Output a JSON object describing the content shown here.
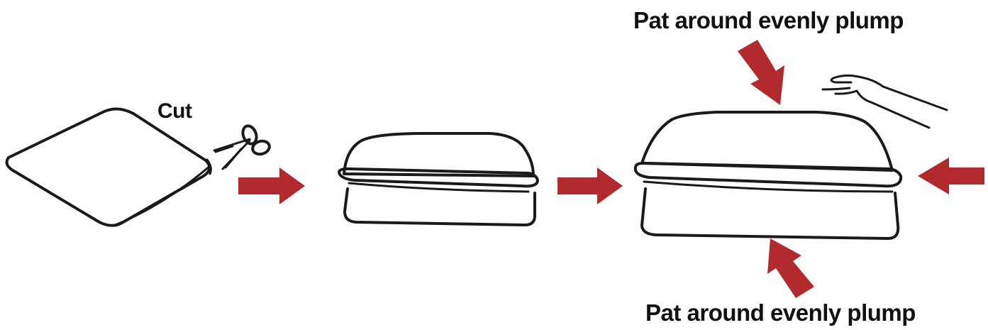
{
  "labels": {
    "cut": "Cut",
    "pat_top": "Pat around evenly plump",
    "pat_bottom": "Pat around evenly plump"
  },
  "colors": {
    "arrow": "#b22a2e",
    "ink": "#1a1a1a",
    "background": "#ffffff"
  },
  "icons": {
    "scissors": "scissors-icon",
    "hand": "hand-icon",
    "arrow": "arrow-icon"
  }
}
